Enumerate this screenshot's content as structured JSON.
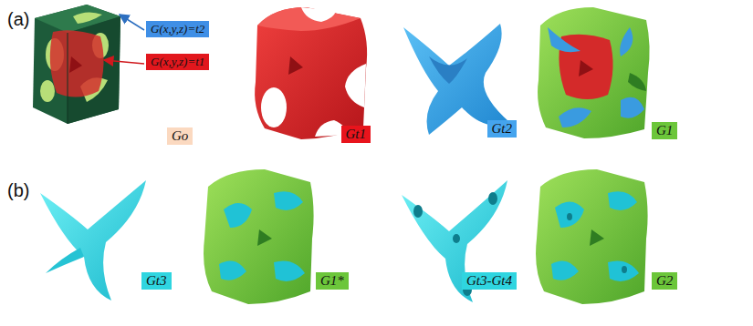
{
  "diagram": {
    "nodes": [
      {
        "text": [
          "G(x,y,z)=t2"
        ]
      },
      {
        "text": [
          "G(x,y,z)=t1"
        ]
      },
      {
        "text": [
          "Go"
        ]
      },
      {
        "text": [
          "Gt1"
        ]
      },
      {
        "text": [
          "Gt2"
        ]
      },
      {
        "text": [
          "G1"
        ]
      },
      {
        "text": [
          "Gt3"
        ]
      },
      {
        "text": [
          "G1*"
        ]
      },
      {
        "text": [
          "Gt3-Gt4"
        ]
      },
      {
        "text": [
          "G2"
        ]
      }
    ],
    "labels": [
      "(a)",
      "(b)"
    ]
  }
}
